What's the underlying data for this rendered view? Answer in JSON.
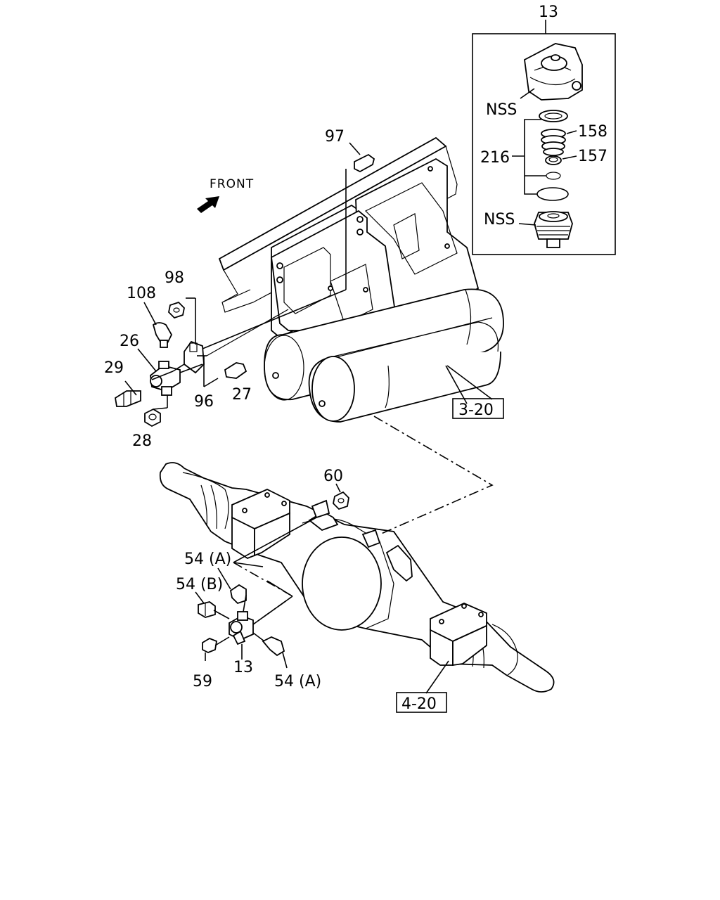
{
  "front_label": "FRONT",
  "callouts": {
    "c13_top": "13",
    "nss_upper": "NSS",
    "c158": "158",
    "c216": "216",
    "c157": "157",
    "nss_lower": "NSS",
    "c97": "97",
    "c98": "98",
    "c108": "108",
    "c26": "26",
    "c29": "29",
    "c96": "96",
    "c27": "27",
    "c28": "28",
    "c60": "60",
    "c54a_top": "54 (A)",
    "c54b": "54 (B)",
    "c59": "59",
    "c13_bottom": "13",
    "c54a_bottom": "54 (A)"
  },
  "references": {
    "ref_3_20": "3-20",
    "ref_4_20": "4-20"
  }
}
